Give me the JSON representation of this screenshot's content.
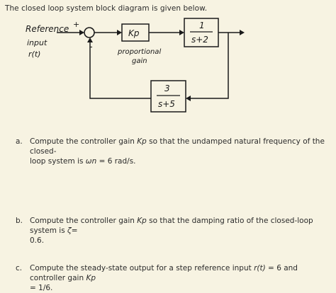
{
  "intro": "The closed loop system block diagram is given below.",
  "diagram": {
    "input_label_1": "Reference",
    "input_label_2": "input",
    "input_label_3": "r(t)",
    "minus_sign": "-",
    "plus_sign": "+",
    "kp_block": "Kp",
    "kp_caption_1": "proportional",
    "kp_caption_2": "gain",
    "plant_num": "1",
    "plant_den": "s+2",
    "feedback_num": "3",
    "feedback_den": "s+5"
  },
  "questions": [
    {
      "letter": "a.",
      "line1_pre": "Compute the controller gain ",
      "line1_sym": "Kp",
      "line1_post": " so that the undamped natural frequency of the closed-",
      "line2_pre": "loop system is ",
      "line2_sym": "ωn",
      "line2_post": " = 6 rad/s."
    },
    {
      "letter": "b.",
      "line1_pre": "Compute the controller gain ",
      "line1_sym": "Kp",
      "line1_post": " so that the damping ratio of the closed-loop system is ",
      "line1_sym2": "ζ",
      "line1_post2": "=",
      "line2": "0.6."
    },
    {
      "letter": "c.",
      "line1_pre": "Compute the steady-state output for a step reference input ",
      "line1_sym": "r(t)",
      "line1_post": " = 6 and controller gain ",
      "line1_sym2": "Kp",
      "line2": "= 1/6."
    }
  ]
}
